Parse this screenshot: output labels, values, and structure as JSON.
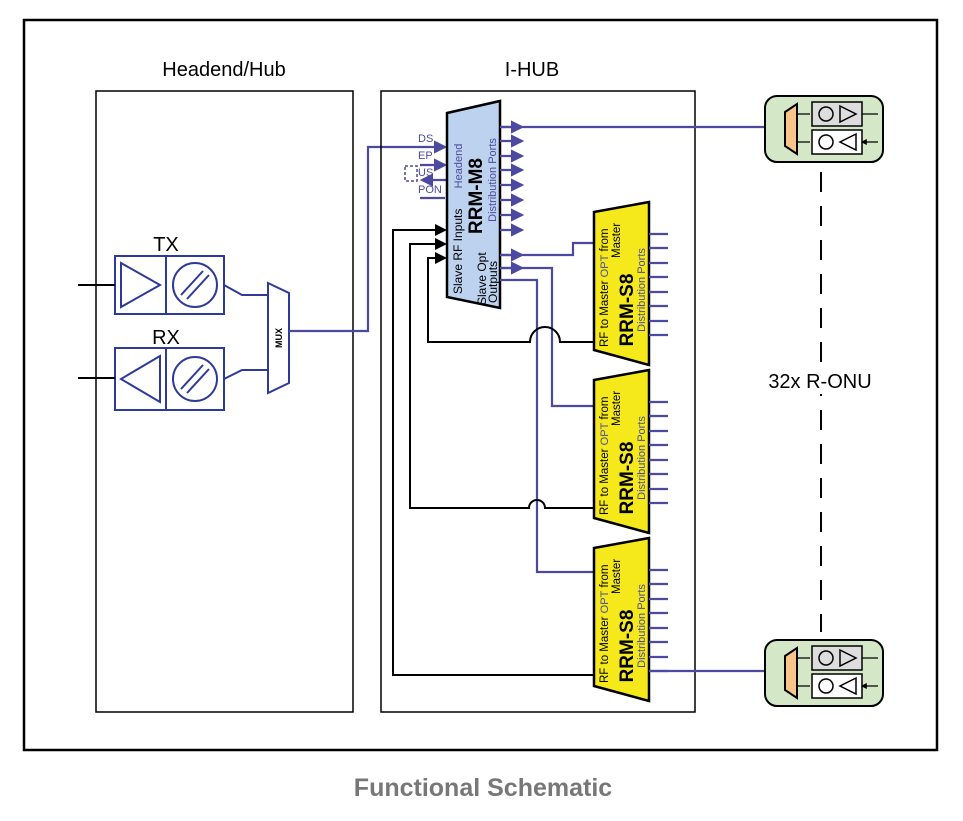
{
  "headend": {
    "title": "Headend/Hub",
    "tx": "TX",
    "rx": "RX",
    "mux": "MUX"
  },
  "ihub": {
    "title": "I-HUB"
  },
  "master": {
    "name": "RRM-M8",
    "headend": "Headend",
    "slave_rf": "Slave RF Inputs",
    "slave_opt_1": "Slave Opt",
    "slave_opt_2": "Outputs",
    "dist": "Distribution Ports",
    "inputs": [
      "DS",
      "EP",
      "US",
      "PON"
    ]
  },
  "slave": {
    "name": "RRM-S8",
    "rf_to_master": "RF to Master",
    "opt": "OPT",
    "from": "from",
    "master": "Master",
    "dist": "Distribution Ports"
  },
  "onu": {
    "label": "32x R-ONU"
  },
  "caption": "Functional Schematic",
  "colors": {
    "master_fill": "#bcd2ee",
    "slave_fill": "#f5e91c",
    "onu_fill": "#d4e7c6",
    "mux_fill": "#f9c48a",
    "line": "#4b4aa0"
  }
}
